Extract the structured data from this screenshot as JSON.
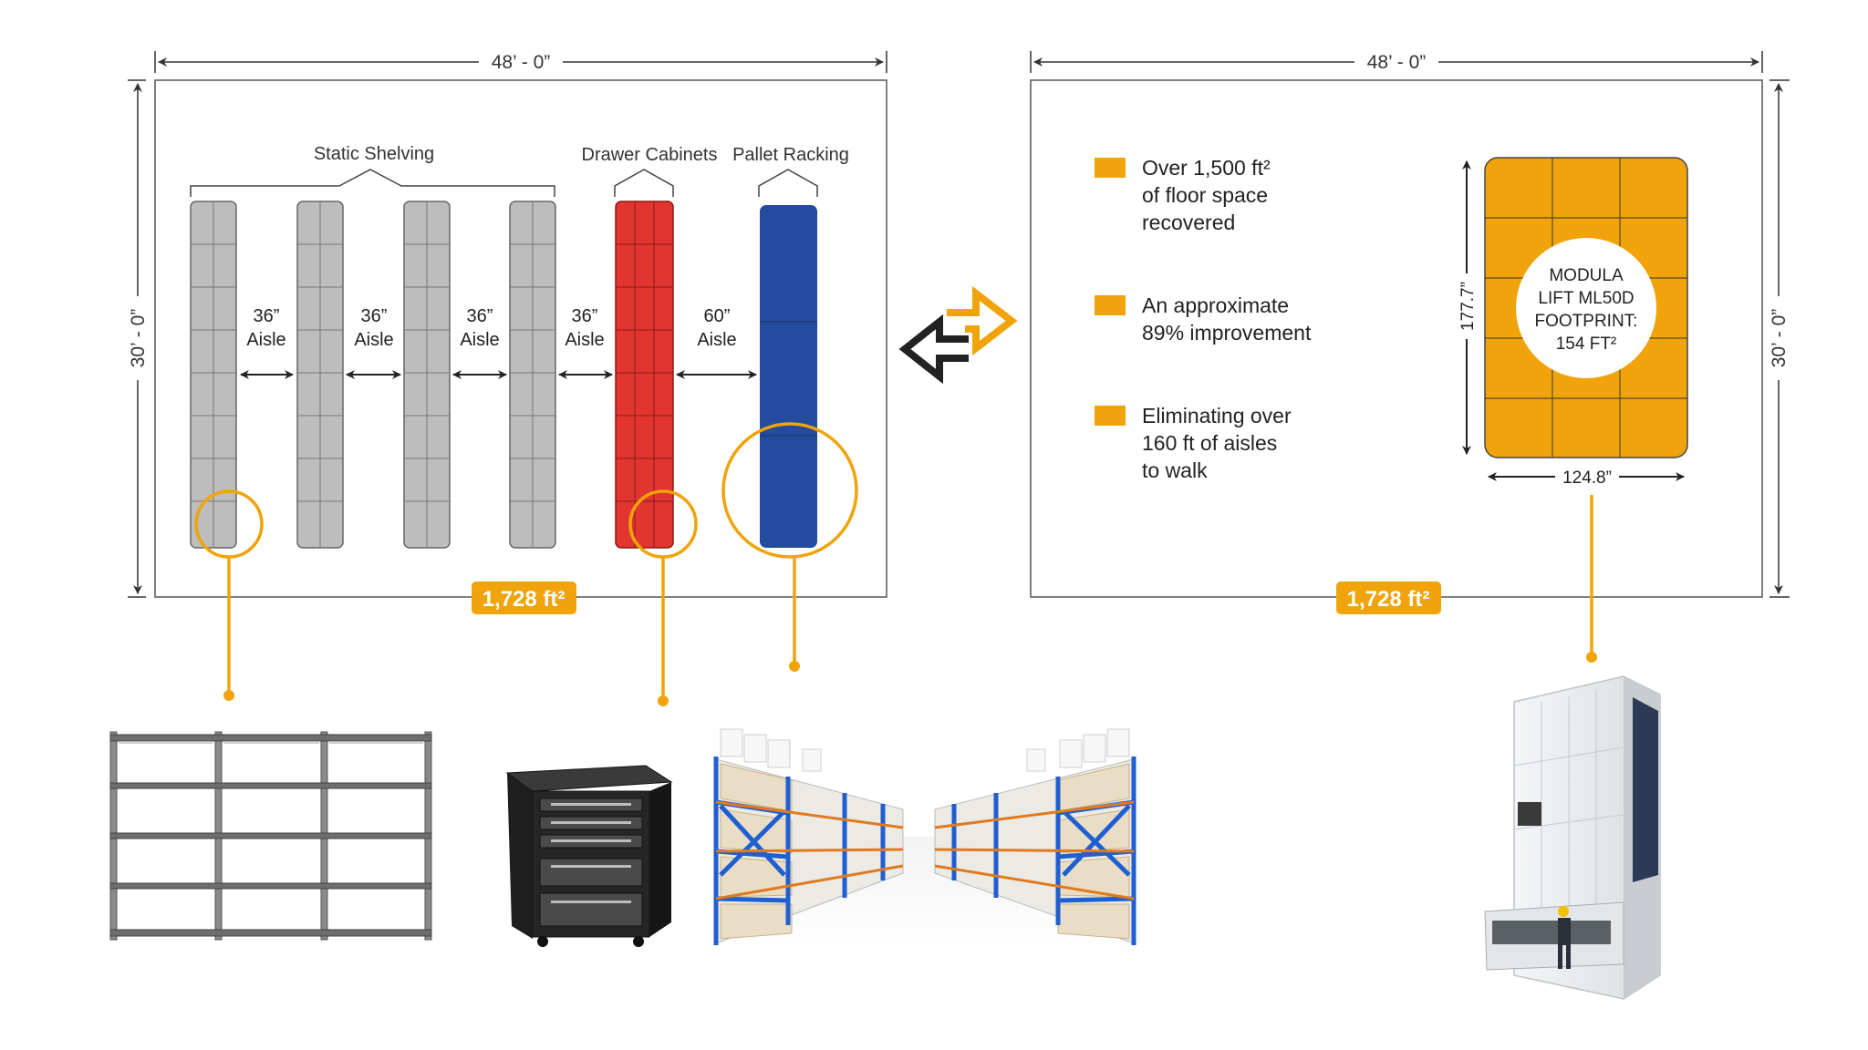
{
  "colors": {
    "accent": "#F0A30A",
    "shelving": "#BDBDBD",
    "cabinet": "#E23530",
    "rack": "#234B9E",
    "line": "#333333",
    "frame": "#555555"
  },
  "left_panel": {
    "width_label": "48’ - 0”",
    "height_label": "30’ - 0”",
    "area_badge": "1,728 ft²",
    "groups": {
      "static_shelving": "Static Shelving",
      "drawer_cabinets": "Drawer Cabinets",
      "pallet_racking": "Pallet Racking"
    },
    "aisles": [
      {
        "size": "36”",
        "label": "Aisle"
      },
      {
        "size": "36”",
        "label": "Aisle"
      },
      {
        "size": "36”",
        "label": "Aisle"
      },
      {
        "size": "36”",
        "label": "Aisle"
      },
      {
        "size": "60”",
        "label": "Aisle"
      }
    ]
  },
  "right_panel": {
    "width_label": "48’ - 0”",
    "height_label": "30’ - 0”",
    "area_badge": "1,728 ft²",
    "bullets": [
      {
        "lines": [
          "Over 1,500 ft²",
          "of floor space",
          "recovered"
        ]
      },
      {
        "lines": [
          "An approximate",
          "89% improvement"
        ]
      },
      {
        "lines": [
          "Eliminating over",
          "160 ft of aisles",
          "to walk"
        ]
      }
    ],
    "lift": {
      "label_lines": [
        "MODULA",
        "LIFT ML50D",
        "FOOTPRINT:",
        "154 FT²"
      ],
      "height_label": "177.7”",
      "width_label": "124.8”"
    }
  },
  "illustrations": {
    "shelving": "metal-shelving-unit",
    "tool_cabinet": "rolling-tool-cabinet",
    "pallet_racks": "warehouse-pallet-racks",
    "modula_lift": "modula-vertical-lift-machine",
    "modula_brand": "MODULA"
  }
}
